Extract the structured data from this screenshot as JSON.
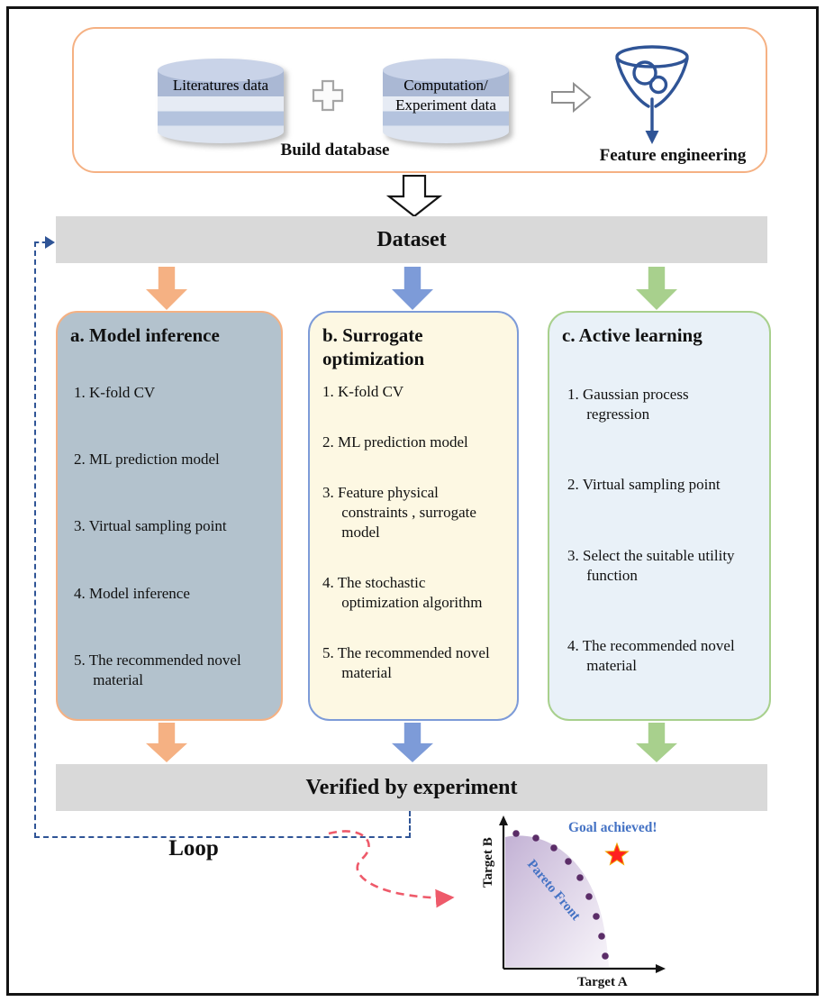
{
  "top": {
    "db1_label": "Literatures data",
    "db2_label": "Computation/ Experiment data",
    "build_database": "Build database",
    "feature_engineering": "Feature engineering"
  },
  "dataset_label": "Dataset",
  "columns": [
    {
      "title": "a. Model inference",
      "items": [
        "1. K-fold CV",
        "2. ML prediction model",
        "3. Virtual sampling point",
        "4. Model inference",
        "5. The recommended novel material"
      ]
    },
    {
      "title": "b. Surrogate optimization",
      "items": [
        "1. K-fold CV",
        "2. ML prediction model",
        "3. Feature physical constraints , surrogate model",
        "4. The stochastic optimization algorithm",
        "5. The recommended novel material"
      ]
    },
    {
      "title": "c. Active learning",
      "items": [
        "1. Gaussian process regression",
        "2. Virtual sampling point",
        "3. Select the suitable utility function",
        "4. The recommended novel material"
      ]
    }
  ],
  "verified_label": "Verified by experiment",
  "loop_label": "Loop",
  "chart": {
    "goal_label": "Goal achieved!",
    "pareto_label": "Pareto Front",
    "x_axis": "Target A",
    "y_axis": "Target B",
    "pareto_points": [
      [
        40,
        22
      ],
      [
        62,
        27
      ],
      [
        82,
        38
      ],
      [
        98,
        53
      ],
      [
        111,
        71
      ],
      [
        121,
        92
      ],
      [
        129,
        114
      ],
      [
        135,
        136
      ],
      [
        139,
        158
      ]
    ]
  },
  "colors": {
    "orange": "#F5B183",
    "blue": "#7D9BD8",
    "green": "#A8D08D",
    "gray_bar": "#D9D9D9",
    "box_a_fill": "#B3C2CD",
    "box_b_fill": "#FDF8E3",
    "box_c_fill": "#E9F1F8",
    "loop_blue": "#2F5496",
    "red": "#EE5A6A",
    "funnel_blue": "#2F5496",
    "dot_purple": "#5B2D68",
    "chart_text_blue": "#4472C4"
  }
}
